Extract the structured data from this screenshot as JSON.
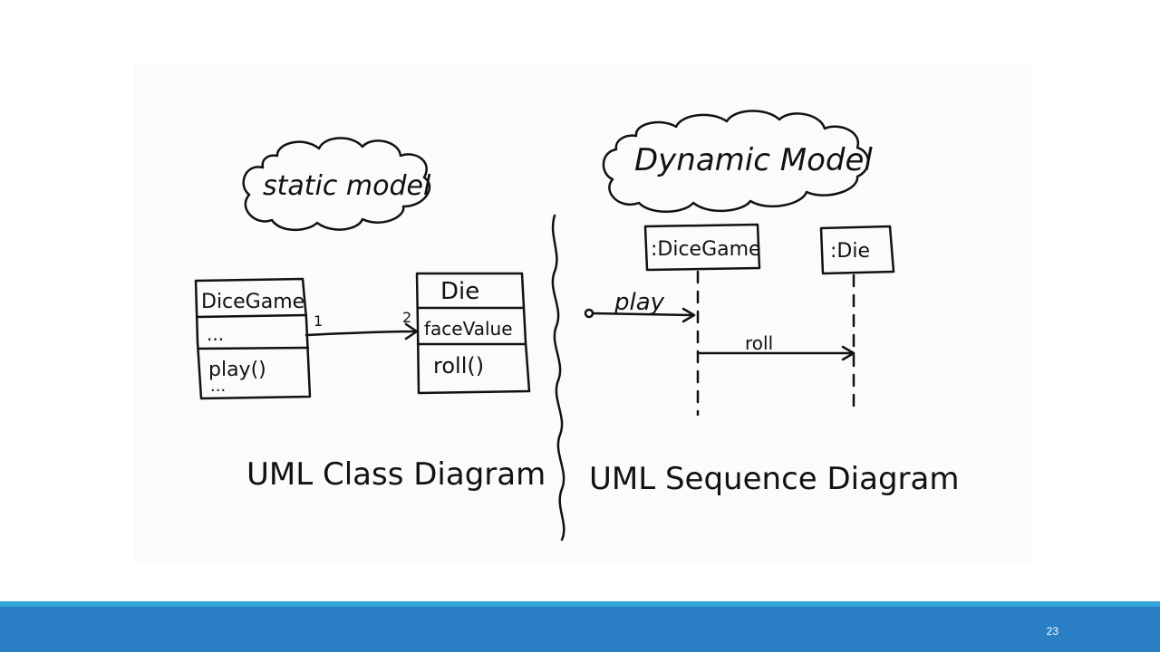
{
  "colors": {
    "footer_bar": "#2a7fc5",
    "footer_line": "#35a6d8",
    "ink": "#111111"
  },
  "diagram": {
    "static_cloud_label": "static model",
    "dynamic_cloud_label": "Dynamic Model",
    "class_diagram": {
      "dicegame_class": {
        "name": "DiceGame",
        "attributes": "...",
        "operations": "play()",
        "operations_more": "..."
      },
      "die_class": {
        "name": "Die",
        "attribute": "faceValue",
        "operation": "roll()"
      },
      "association": {
        "source_multiplicity": "1",
        "target_multiplicity": "2"
      },
      "caption": "UML Class Diagram"
    },
    "sequence_diagram": {
      "lifeline_dicegame": ":DiceGame",
      "lifeline_die": ":Die",
      "message_play": "play",
      "message_roll": "roll",
      "caption": "UML Sequence Diagram"
    }
  },
  "footer": {
    "page_number": "23"
  }
}
